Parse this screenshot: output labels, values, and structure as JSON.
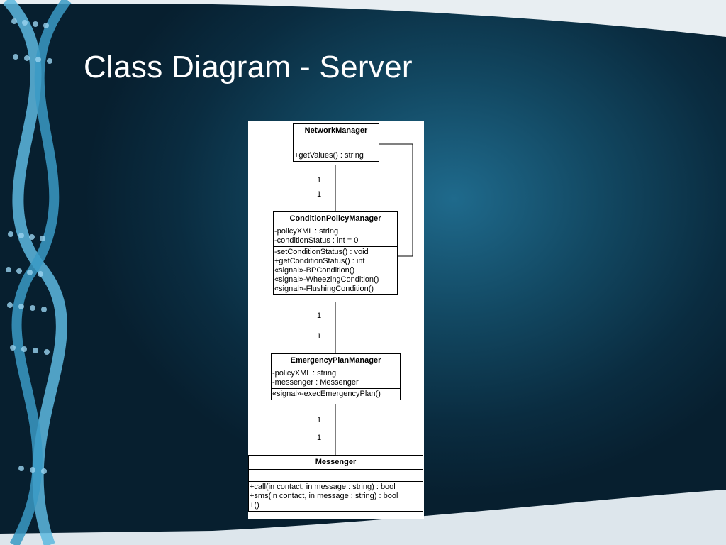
{
  "slide": {
    "title": "Class Diagram - Server"
  },
  "diagram": {
    "classes": [
      {
        "name": "NetworkManager",
        "attributes": [],
        "operations": [
          "+getValues() : string"
        ]
      },
      {
        "name": "ConditionPolicyManager",
        "attributes": [
          "-policyXML : string",
          "-conditionStatus : int = 0"
        ],
        "operations": [
          "-setConditionStatus() : void",
          "+getConditionStatus() : int",
          "«signal»-BPCondition()",
          "«signal»-WheezingCondition()",
          "«signal»-FlushingCondition()"
        ]
      },
      {
        "name": "EmergencyPlanManager",
        "attributes": [
          "-policyXML : string",
          "-messenger : Messenger"
        ],
        "operations": [
          "«signal»-execEmergencyPlan()"
        ]
      },
      {
        "name": "Messenger",
        "attributes": [],
        "operations": [
          "+call(in contact, in message : string) : bool",
          "+sms(in contact, in message : string) : bool",
          "+()"
        ]
      }
    ],
    "associations": [
      {
        "from": "NetworkManager",
        "to": "ConditionPolicyManager",
        "from_mult": "1",
        "to_mult": "1"
      },
      {
        "from": "ConditionPolicyManager",
        "to": "EmergencyPlanManager",
        "from_mult": "1",
        "to_mult": "1"
      },
      {
        "from": "EmergencyPlanManager",
        "to": "Messenger",
        "from_mult": "1",
        "to_mult": "1"
      }
    ]
  }
}
